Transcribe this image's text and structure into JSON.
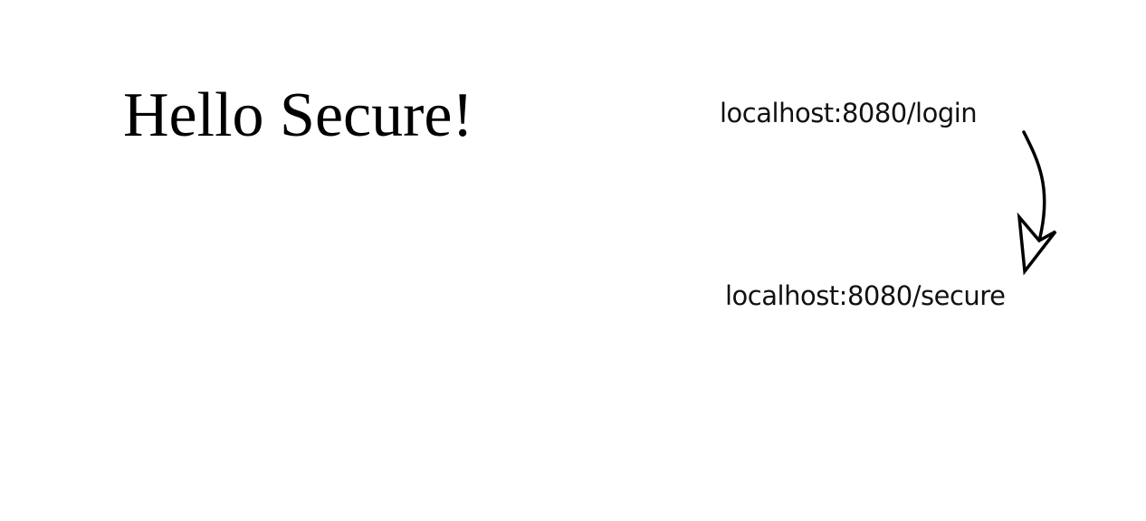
{
  "page": {
    "heading": "Hello Secure!"
  },
  "annotation": {
    "from_url": "localhost:8080/login",
    "to_url": "localhost:8080/secure",
    "arrow_icon": "curved-arrow-down-icon",
    "ink_color": "#000000"
  }
}
